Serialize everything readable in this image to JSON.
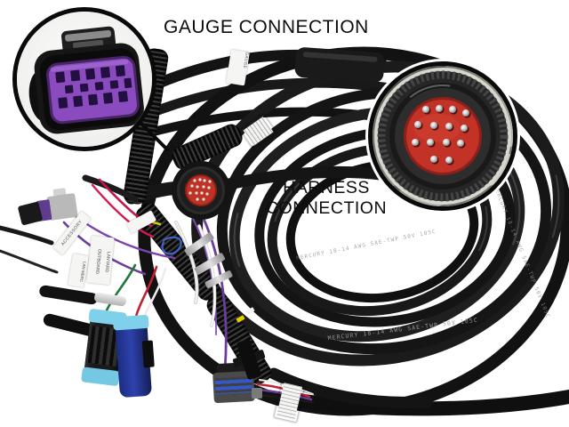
{
  "scene": {
    "type": "product-photo",
    "subject": "Marine engine wiring harness with gauge and harness connectors",
    "background_color": "#ffffff"
  },
  "callouts": {
    "gauge_connection": "GAUGE CONNECTION",
    "harness_connection": "HARNESS CONNECTION"
  },
  "cable_print": "MERCURY 18-14 AWG SAE-TWP 50V 105C",
  "tags": {
    "accessory": "ACCESSORY",
    "lanyard_outboard": "LANYARD OUTBOARD",
    "lan_merc": "LAN MERC",
    "gauge_lead": "GAUGE"
  },
  "connectors": {
    "gauge_inset": {
      "housing_color": "#161616",
      "face_color": "#8a4bbf",
      "socket_rows": 2,
      "socket_count": 10
    },
    "harness_inset": {
      "shell_color": "#262626",
      "face_color": "#c23227",
      "pin_count": 14,
      "pin_color": "#d8d8d8"
    },
    "mid_round_connector": {
      "face_color": "#bf3226",
      "pin_count": 13
    },
    "blue_plug_color": "#2e42ad",
    "seal_color": "#7fd0ea",
    "two_pin_band_color": "#5f3c8f"
  },
  "wire_colors": {
    "purple": "#6c3d9c",
    "red": "#c2184a",
    "green": "#1e7a38",
    "white": "#f2f2f2",
    "blue": "#3f62c9",
    "yellow": "#d8c800"
  }
}
